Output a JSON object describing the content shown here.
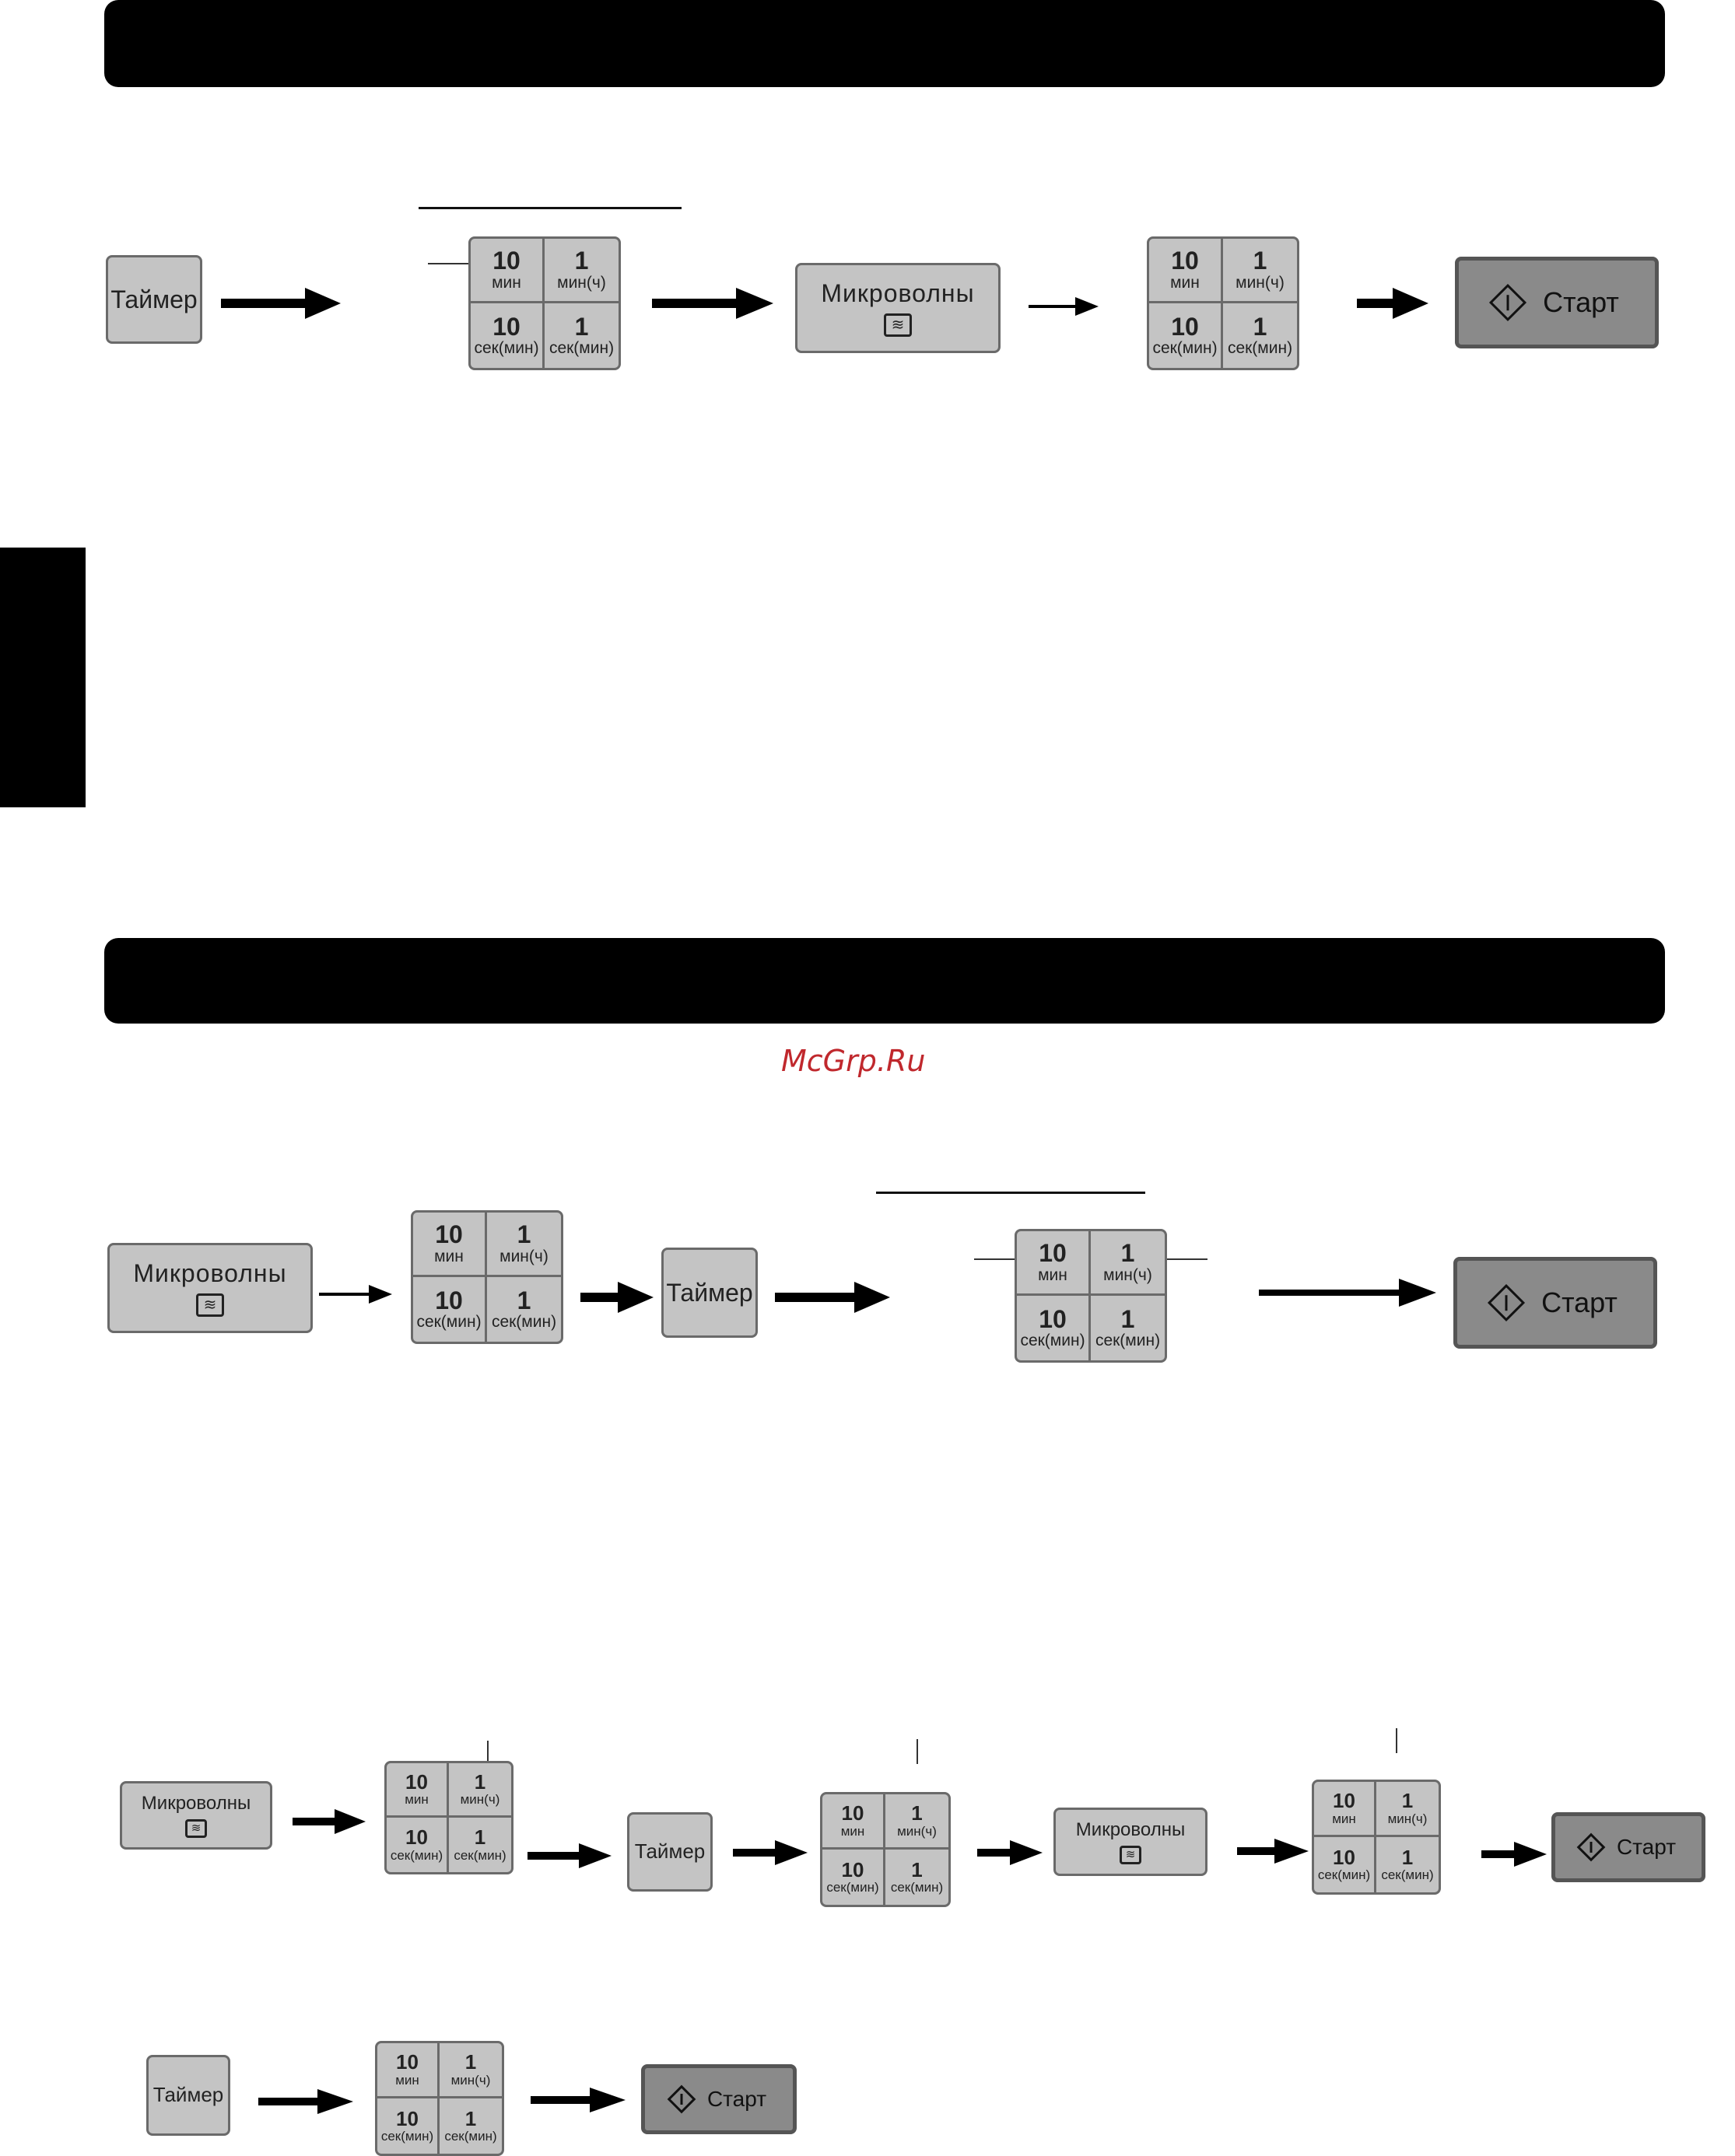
{
  "watermark": "McGrp.Ru",
  "labels": {
    "timer": "Таймер",
    "micro": "Микроволны",
    "micro_icon": "≋",
    "start": "Старт"
  },
  "keypad": {
    "tl_num": "10",
    "tl_sub": "мин",
    "tr_num": "1",
    "tr_sub": "мин(ч)",
    "bl_num": "10",
    "bl_sub": "сек(мин)",
    "br_num": "1",
    "br_sub": "сек(мин)"
  },
  "icons": [
    "arrow-right-icon",
    "start-diamond-icon",
    "microwave-wave-icon"
  ]
}
